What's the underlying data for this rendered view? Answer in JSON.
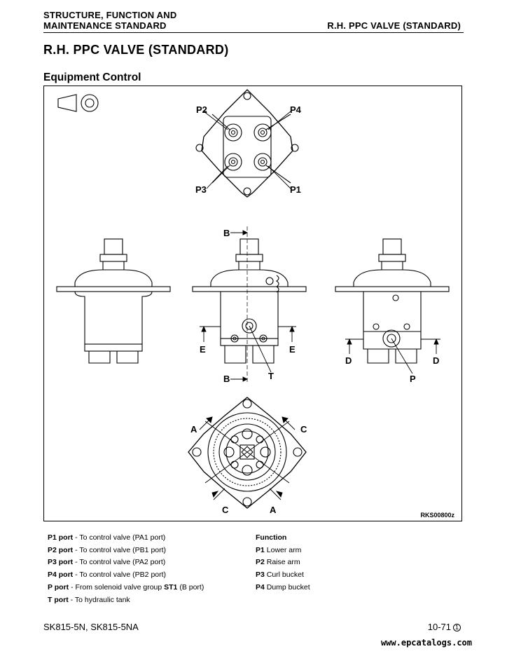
{
  "header": {
    "left_line1": "STRUCTURE, FUNCTION AND",
    "left_line2": "MAINTENANCE STANDARD",
    "right": "R.H. PPC VALVE (STANDARD)"
  },
  "title": "R.H. PPC VALVE (STANDARD)",
  "subtitle": "Equipment Control",
  "figure": {
    "code": "RKS00800z",
    "labels": {
      "p1": "P1",
      "p2": "P2",
      "p3": "P3",
      "p4": "P4",
      "b_top": "B",
      "b_bottom": "B",
      "e_left": "E",
      "e_right": "E",
      "d_left": "D",
      "d_right": "D",
      "t": "T",
      "p": "P",
      "a_top": "A",
      "a_bottom": "A",
      "c_top": "C",
      "c_bottom": "C"
    }
  },
  "ports": [
    {
      "name": "P1 port",
      "desc": " - To control valve (PA1 port)"
    },
    {
      "name": "P2 port",
      "desc": " - To control valve (PB1 port)"
    },
    {
      "name": "P3 port",
      "desc": " - To control valve (PA2 port)"
    },
    {
      "name": "P4 port",
      "desc": " - To control valve (PB2 port)"
    },
    {
      "name": "P port",
      "desc": " - From solenoid valve group ",
      "desc_bold": "ST1",
      "desc_tail": " (B port)"
    },
    {
      "name": "T port",
      "desc": " - To hydraulic tank"
    }
  ],
  "function": {
    "heading": "Function",
    "items": [
      {
        "port": "P1",
        "action": " Lower arm"
      },
      {
        "port": "P2",
        "action": " Raise arm"
      },
      {
        "port": "P3",
        "action": " Curl bucket"
      },
      {
        "port": "P4",
        "action": " Dump bucket"
      }
    ]
  },
  "footer": {
    "models": "SK815-5N, SK815-5NA",
    "page": "10-71",
    "rev": "1"
  },
  "watermark": "www.epcatalogs.com"
}
